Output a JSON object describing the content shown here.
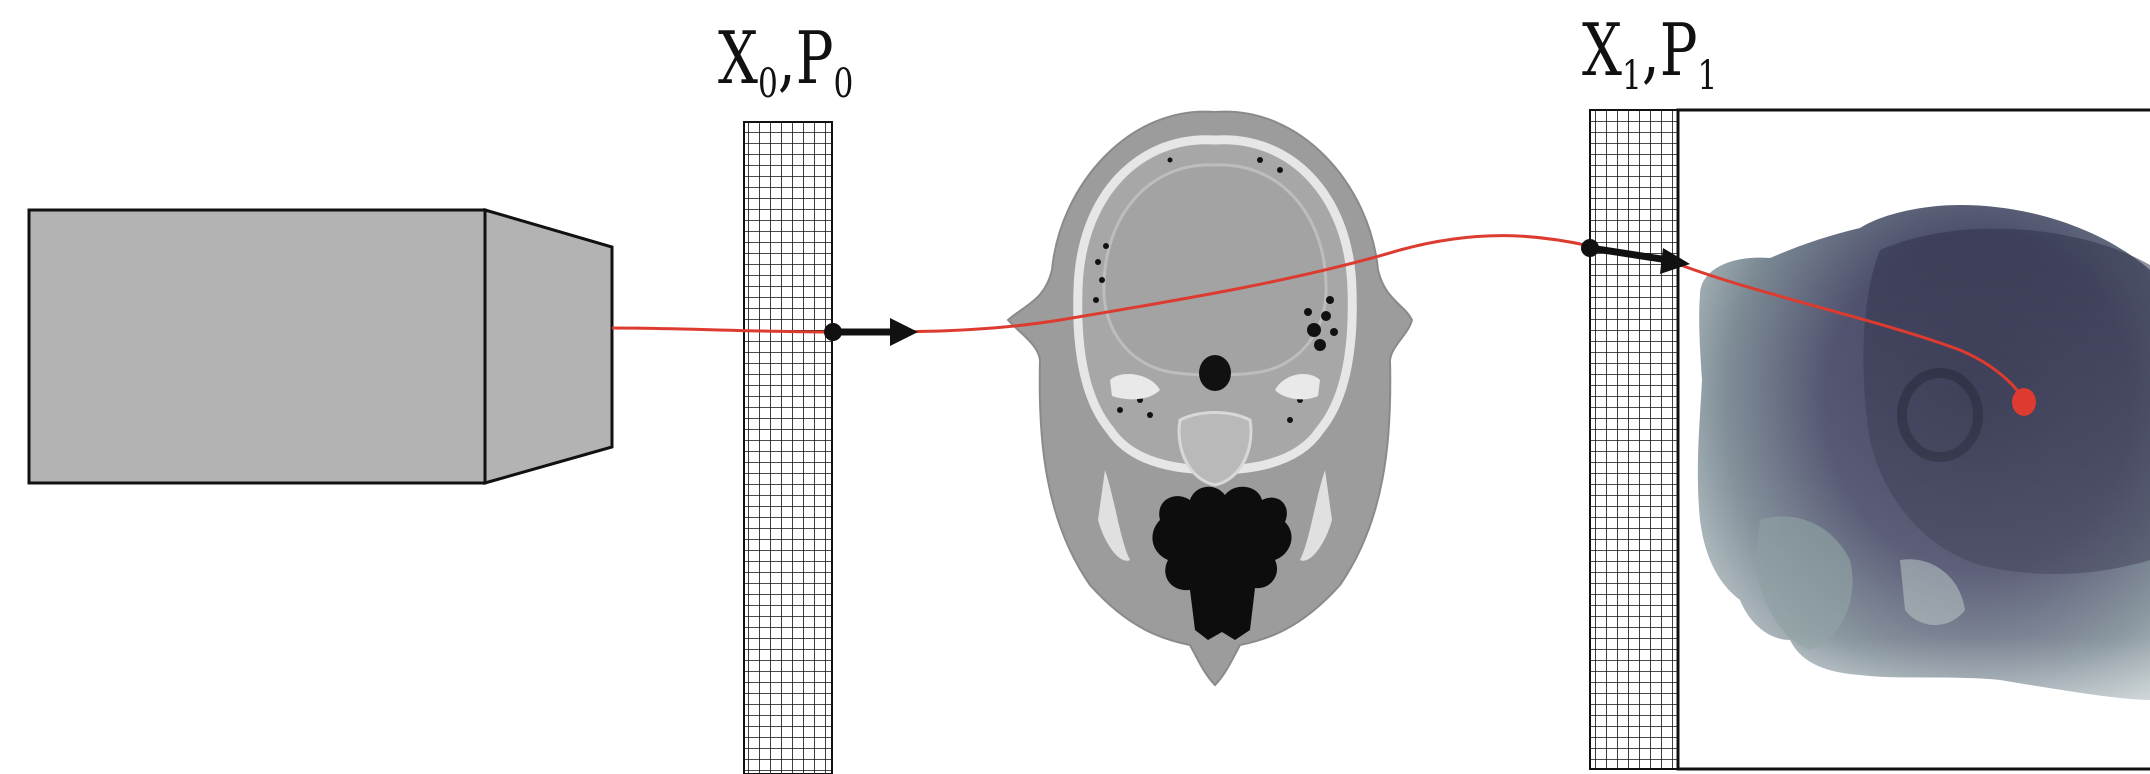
{
  "labels": {
    "plane0": {
      "x": "X",
      "x_sub": "0",
      "sep": ",",
      "p": "P",
      "p_sub": "0"
    },
    "plane1": {
      "x": "X",
      "x_sub": "1",
      "sep": ",",
      "p": "P",
      "p_sub": "1"
    }
  },
  "colors": {
    "source_fill": "#b3b3b3",
    "outline": "#111111",
    "beam": "#dd3b2f",
    "head_fill": "#9c9c9c",
    "projection_tint": "#3a3a5c",
    "background": "#ffffff"
  },
  "icons": {
    "source": "xray-source-icon",
    "detector0": "grid-detector-icon",
    "phantom": "head-ct-slice-icon",
    "detector1": "grid-detector-icon",
    "projection": "radiograph-projection-icon"
  }
}
